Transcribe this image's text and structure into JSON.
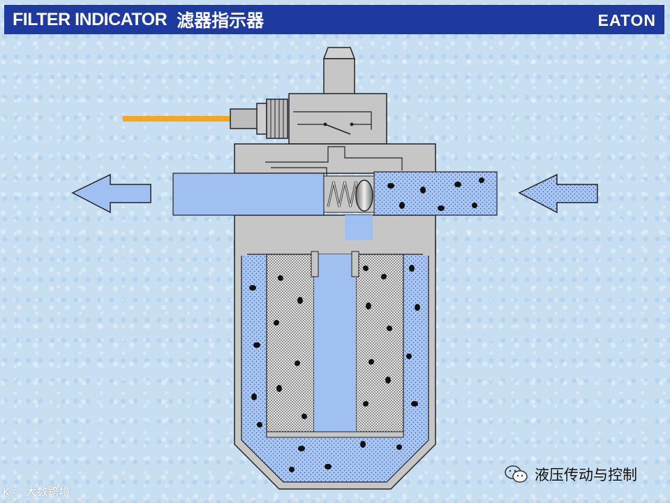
{
  "header": {
    "title_en": "FILTER INDICATOR",
    "title_zh": "滤器指示器",
    "logo_text": "EATON"
  },
  "watermarks": {
    "bottom_left": "大数跨境",
    "bottom_left_mark": "K◌",
    "bottom_right": "液压传动与控制",
    "bottom_right_icon": "wechat-icon"
  },
  "colors": {
    "title_bar": "#1e3aa0",
    "body_gray": "#c6c6c6",
    "clean_fluid": "#9fc0f0",
    "dirty_fluid": "#a7c6f4",
    "signal_wire": "#f5a623",
    "contaminant": "#111111"
  }
}
